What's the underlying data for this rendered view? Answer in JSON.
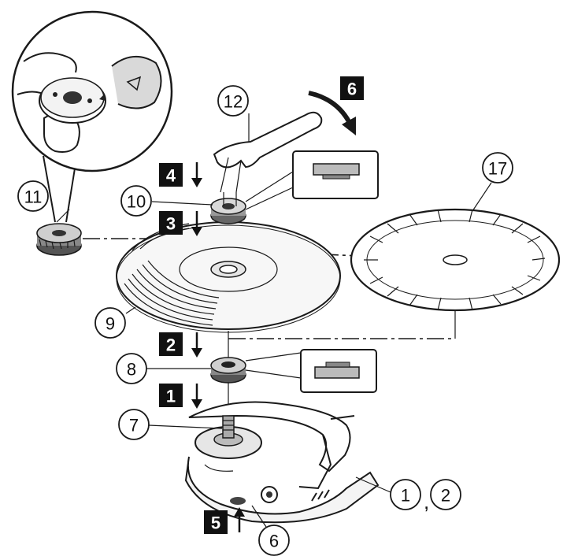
{
  "callouts": {
    "c1": "1",
    "c2": "2",
    "c6": "6",
    "c7": "7",
    "c8": "8",
    "c9": "9",
    "c10": "10",
    "c11": "11",
    "c12": "12",
    "c17": "17"
  },
  "steps": {
    "s1": "1",
    "s2": "2",
    "s3": "3",
    "s4": "4",
    "s5": "5",
    "s6": "6"
  },
  "separator": ","
}
